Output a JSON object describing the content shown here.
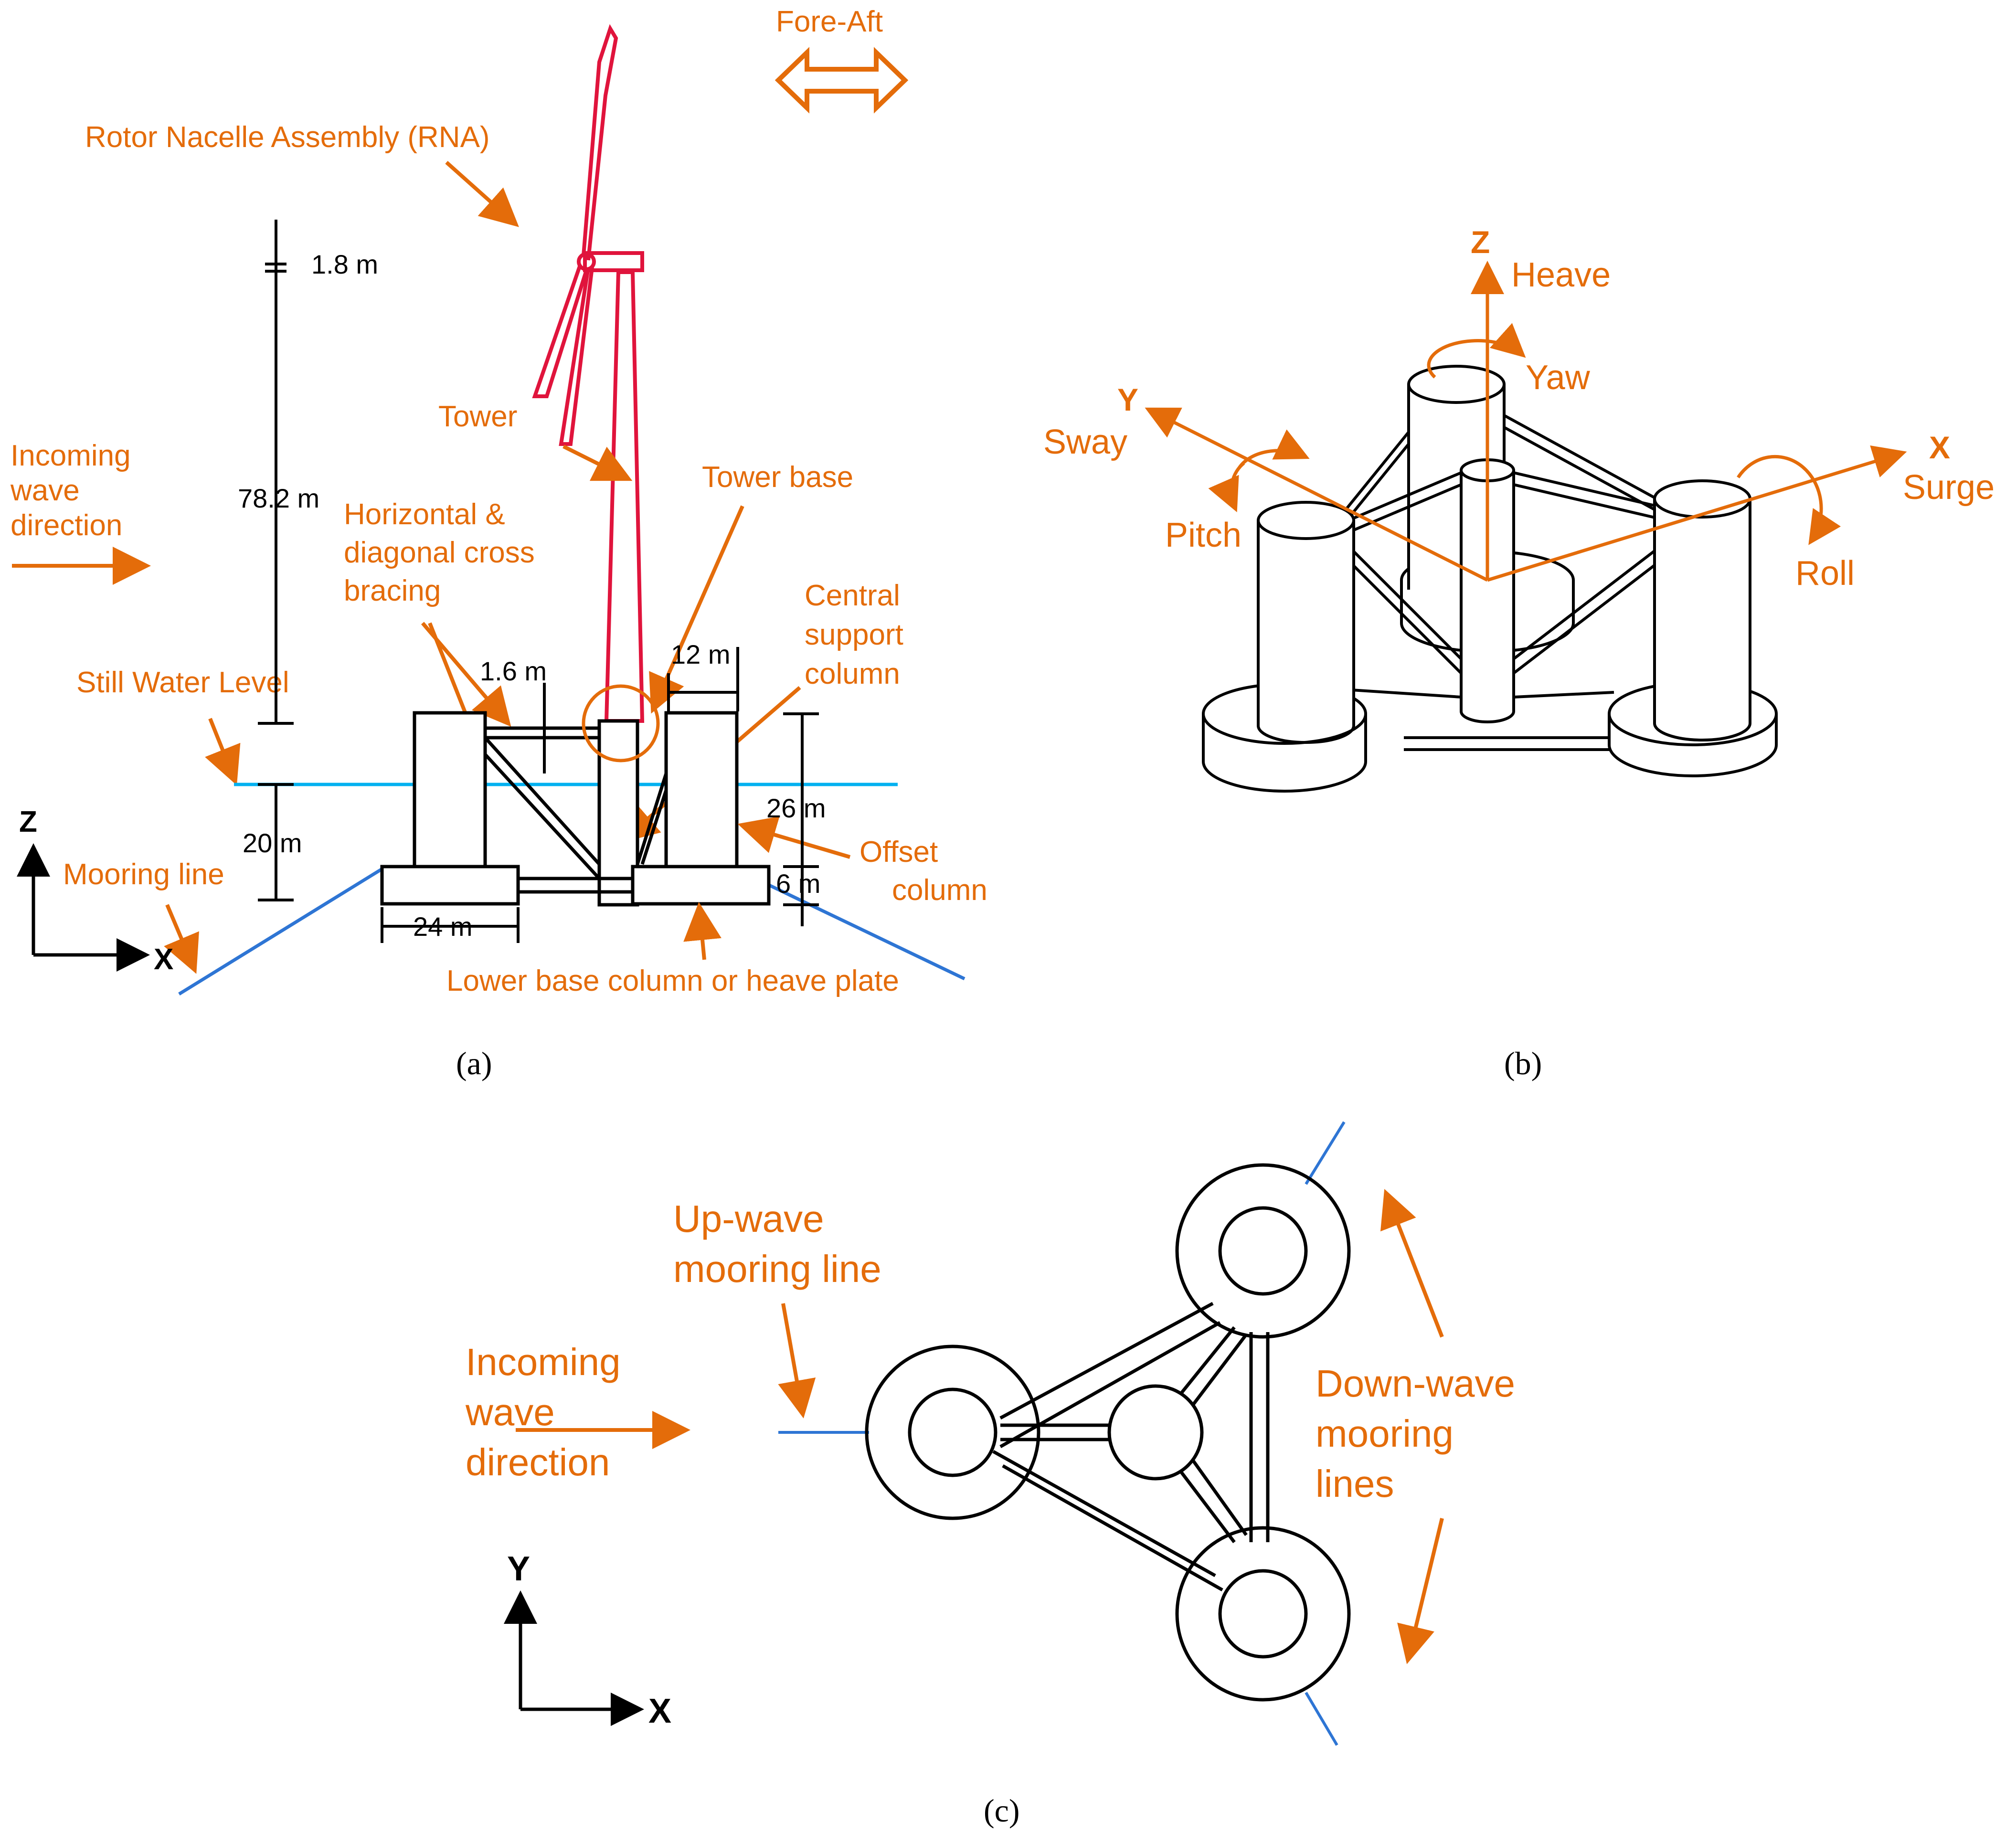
{
  "panel_a": {
    "caption": "(a)",
    "fore_aft": "Fore-Aft",
    "rna": "Rotor Nacelle Assembly (RNA)",
    "tower": "Tower",
    "tower_base": "Tower base",
    "incoming_wave": [
      "Incoming",
      "wave",
      "direction"
    ],
    "bracing": [
      "Horizontal &",
      "diagonal cross",
      "bracing"
    ],
    "central_column": [
      "Central",
      "support",
      "column"
    ],
    "still_water_level": "Still Water Level",
    "offset_column": [
      "Offset",
      "column"
    ],
    "mooring_line": "Mooring line",
    "lower_base": "Lower base column or heave plate",
    "dims": {
      "d1": "1.8 m",
      "d2": "78.2 m",
      "d3": "1.6 m",
      "d4": "12 m",
      "d5": "26 m",
      "d6": "20 m",
      "d7": "6 m",
      "d8": "24 m"
    },
    "axis_z": "Z",
    "axis_x": "X"
  },
  "panel_b": {
    "caption": "(b)",
    "z": "Z",
    "heave": "Heave",
    "yaw": "Yaw",
    "y": "Y",
    "sway": "Sway",
    "pitch": "Pitch",
    "x": "X",
    "surge": "Surge",
    "roll": "Roll"
  },
  "panel_c": {
    "caption": "(c)",
    "upwave": [
      "Up-wave",
      "mooring line"
    ],
    "incoming": [
      "Incoming",
      "wave",
      "direction"
    ],
    "downwave": [
      "Down-wave",
      "mooring",
      "lines"
    ],
    "axis_y": "Y",
    "axis_x": "X"
  },
  "colors": {
    "label_orange": "#E46C0A",
    "turbine_red": "#E0143C",
    "water_blue": "#00B0F0",
    "mooring_blue": "#2E75D4"
  }
}
